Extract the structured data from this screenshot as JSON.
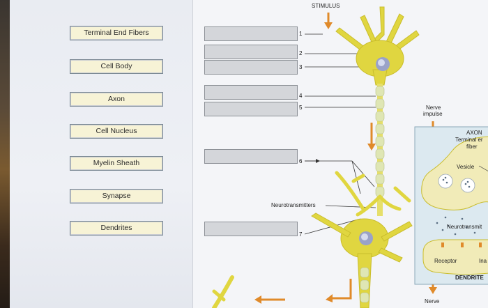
{
  "terms": [
    {
      "id": "terminal-end-fibers",
      "label": "Terminal End Fibers"
    },
    {
      "id": "cell-body",
      "label": "Cell Body"
    },
    {
      "id": "axon",
      "label": "Axon"
    },
    {
      "id": "cell-nucleus",
      "label": "Cell Nucleus"
    },
    {
      "id": "myelin-sheath",
      "label": "Myelin Sheath"
    },
    {
      "id": "synapse",
      "label": "Synapse"
    },
    {
      "id": "dendrites",
      "label": "Dendrites"
    }
  ],
  "slots": [
    "1",
    "2",
    "3",
    "4",
    "5",
    "6",
    "7"
  ],
  "diagram": {
    "stimulus": "STIMULUS",
    "neurotransmitters": "Neurotransmitters",
    "nerve_impulse_1": "Nerve",
    "nerve_impulse_2": "impulse",
    "axon_title": "AXON",
    "terminal_1": "Terminal er",
    "terminal_2": "fiber",
    "vesicle": "Vesicle",
    "neurotransmit": "Neurotransmit",
    "receptor": "Receptor",
    "ina": "Ina",
    "dendrite": "DENDRITE",
    "nerve_bottom": "Nerve"
  },
  "colors": {
    "term_fill": "#f7f3d6",
    "slot_fill": "#d4d6da",
    "neuron": "#e0d640",
    "arrow": "#e08a2a"
  }
}
